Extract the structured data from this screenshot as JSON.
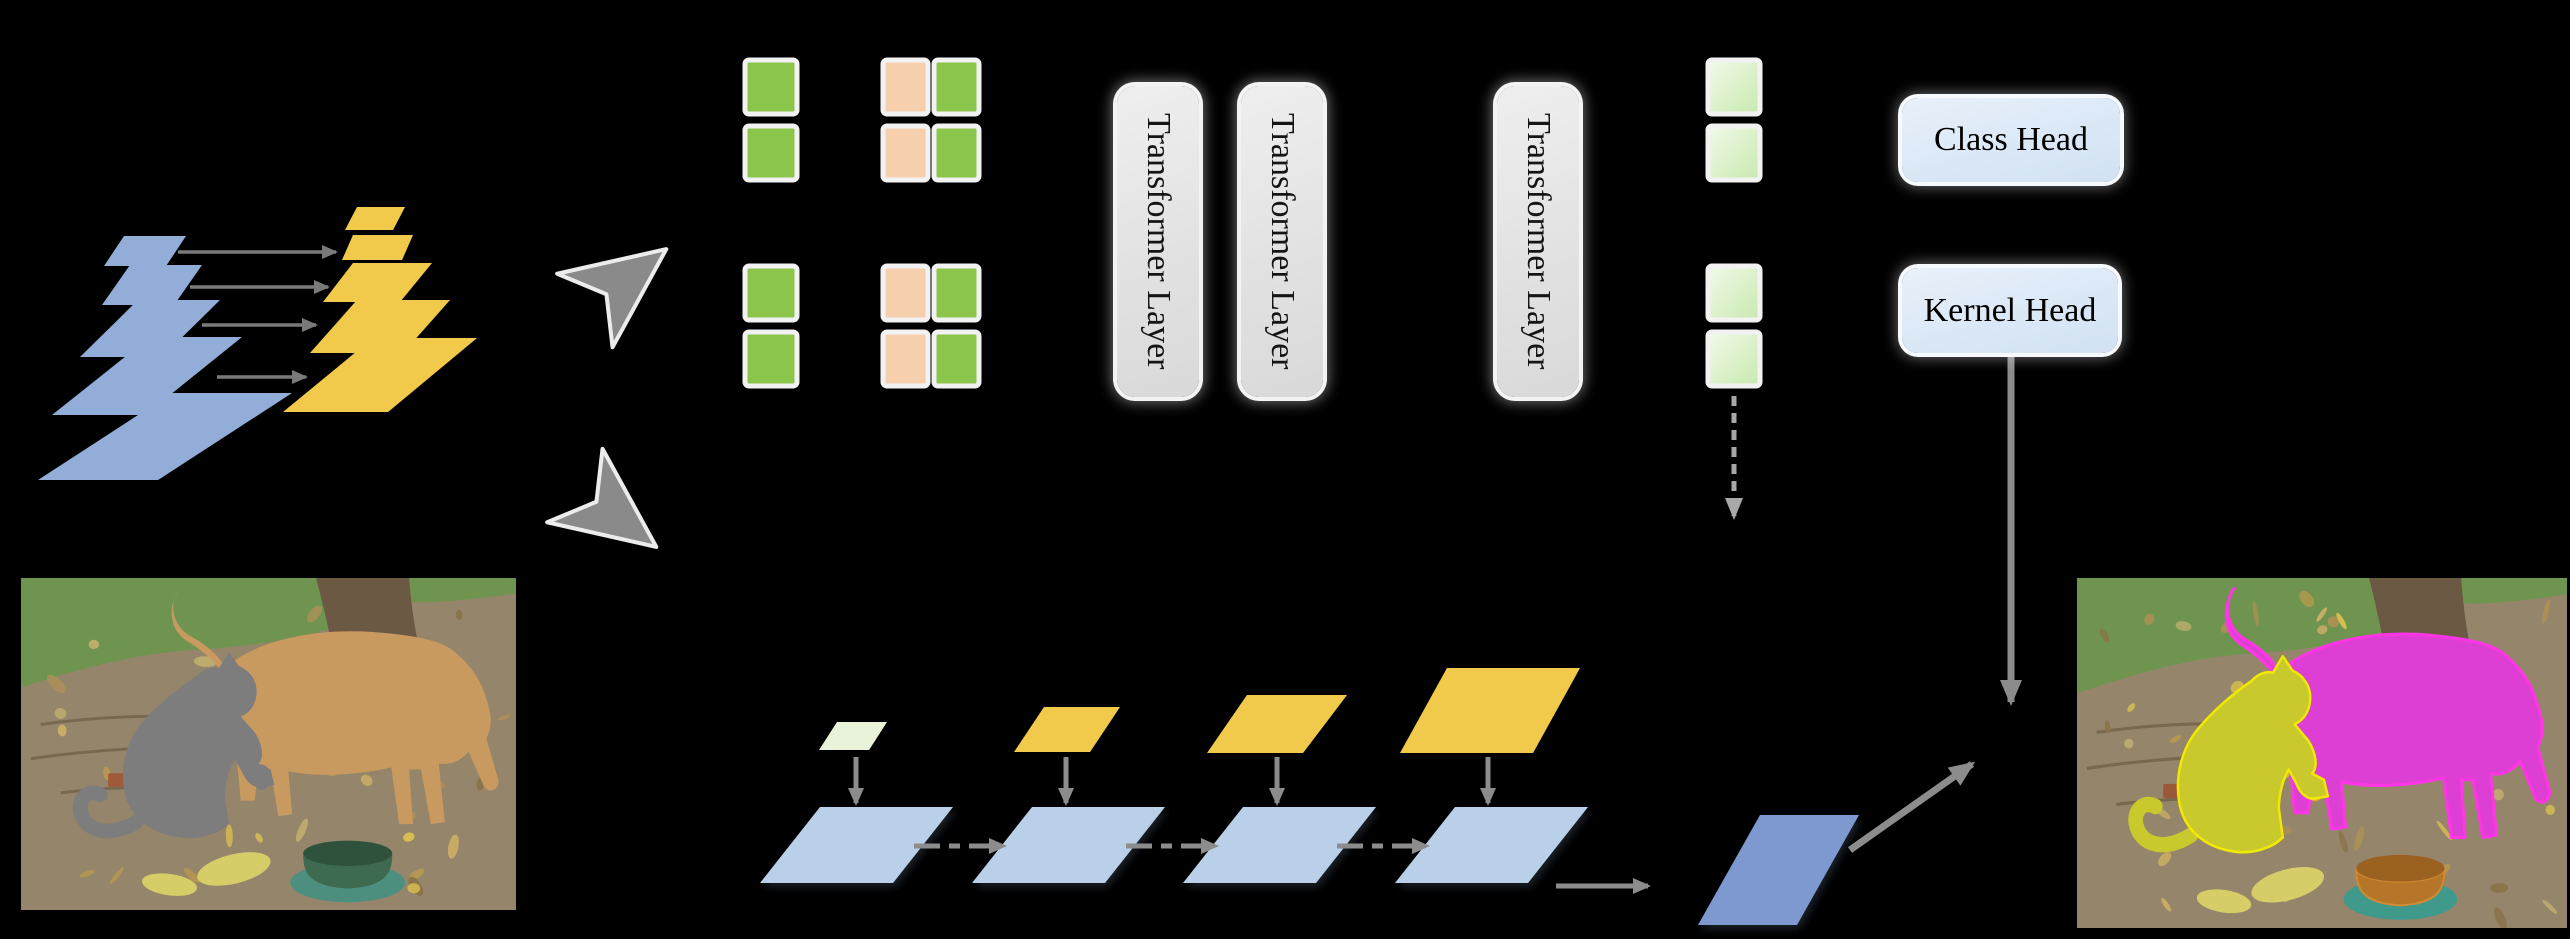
{
  "diagram": {
    "transformer_layers": [
      "Transformer Layer",
      "Transformer Layer",
      "Transformer Layer"
    ],
    "class_head_label": "Class Head",
    "kernel_head_label": "Kernel Head"
  },
  "colors": {
    "backbone_blue": "#92aed8",
    "fpn_yellow": "#f1ca4b",
    "query_green": "#8cc54b",
    "query_peach": "#f6cfad",
    "query_pale_green": "#d9f2c3",
    "pale_para_green": "#e9f3dc",
    "layer_box_gray": "#e2e2e2",
    "head_box_blue": "#dbe8f6",
    "mask_feature_blue": "#b9d0e8",
    "output_mask_blue": "#7e99cf",
    "arrow_gray": "#8c8c8c",
    "block_arrow_gray": "#8a8a8a",
    "square_border": "#f2f2f2",
    "background": "#000000"
  },
  "icons": {
    "block_arrow_upright": "dart-arrow-up-right-icon",
    "block_arrow_downright": "dart-arrow-down-right-icon"
  },
  "photos": {
    "leaf_colors": [
      "#c9ad66",
      "#ab9055",
      "#d9c050",
      "#8a7348",
      "#c2b070",
      "#b89a4e"
    ],
    "input": {
      "palette": {
        "ground": "#95856a",
        "grass": "#6f9450",
        "trunk": "#6b5944",
        "dog": "#c99a5f",
        "dog_outline": "rgba(0,0,0,0)",
        "cat": "#7d7d7d",
        "cat_outline": "rgba(0,0,0,0)",
        "bowl": "#3e6b4f",
        "bowl_inner": "#2e523c",
        "bowl_outline": "rgba(0,0,0,0)",
        "mat": "#4d8f7f",
        "brick": "#a05a3a",
        "blob": "#7d7d7d",
        "stick": "#6f6048",
        "bigleaf": "#d6cd69"
      }
    },
    "output": {
      "palette": {
        "ground": "#95856a",
        "grass": "#6f9450",
        "trunk": "#6b5944",
        "dog": "#dd3ed4",
        "dog_outline": "#ff35e6",
        "cat": "#c9c92e",
        "cat_outline": "#f0ea00",
        "bowl": "#b5762a",
        "bowl_inner": "#9a6120",
        "bowl_outline": "#d08a30",
        "mat": "#3f9a8c",
        "brick": "#9a5838",
        "blob": "#f0a030",
        "stick": "#6f6048",
        "bigleaf": "#d6cd69"
      }
    }
  }
}
